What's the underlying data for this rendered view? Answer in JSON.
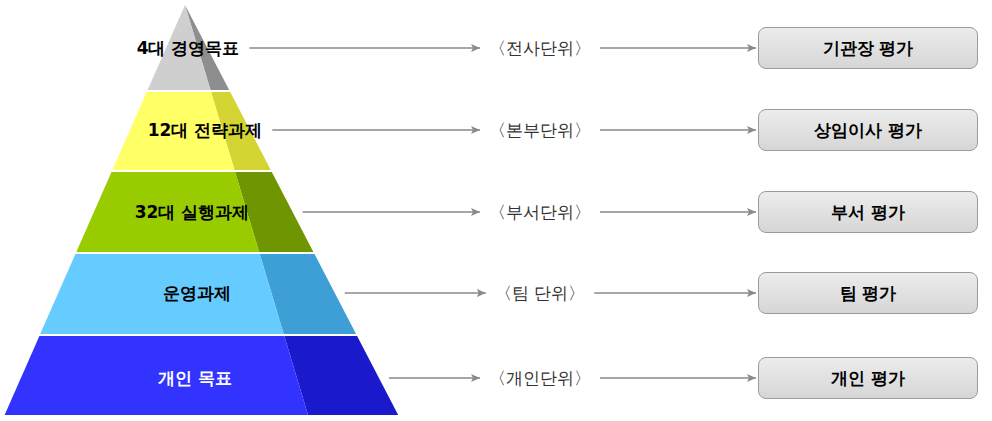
{
  "diagram": {
    "nodes": [
      {
        "text": [
          "4대 경영목표"
        ]
      },
      {
        "text": [
          "12대 전략과제"
        ]
      },
      {
        "text": [
          "32대 실행과제"
        ]
      },
      {
        "text": [
          "운영과제"
        ]
      },
      {
        "text": [
          "개인 목표"
        ]
      },
      {
        "text": [
          "기관장 평가"
        ]
      },
      {
        "text": [
          "상임이사 평가"
        ]
      },
      {
        "text": [
          "부서 평가"
        ]
      },
      {
        "text": [
          "팀 평가"
        ]
      },
      {
        "text": [
          "개인 평가"
        ]
      }
    ],
    "edges": [
      {
        "from": 0,
        "to": 5,
        "arrow": "to",
        "label": "〈전사단위〉"
      },
      {
        "from": 1,
        "to": 6,
        "arrow": "to",
        "label": "〈본부단위〉"
      },
      {
        "from": 2,
        "to": 7,
        "arrow": "to",
        "label": "〈부서단위〉"
      },
      {
        "from": 3,
        "to": 8,
        "arrow": "to",
        "label": "〈팀 단위〉"
      },
      {
        "from": 4,
        "to": 9,
        "arrow": "to",
        "label": "〈개인단위〉"
      }
    ]
  }
}
